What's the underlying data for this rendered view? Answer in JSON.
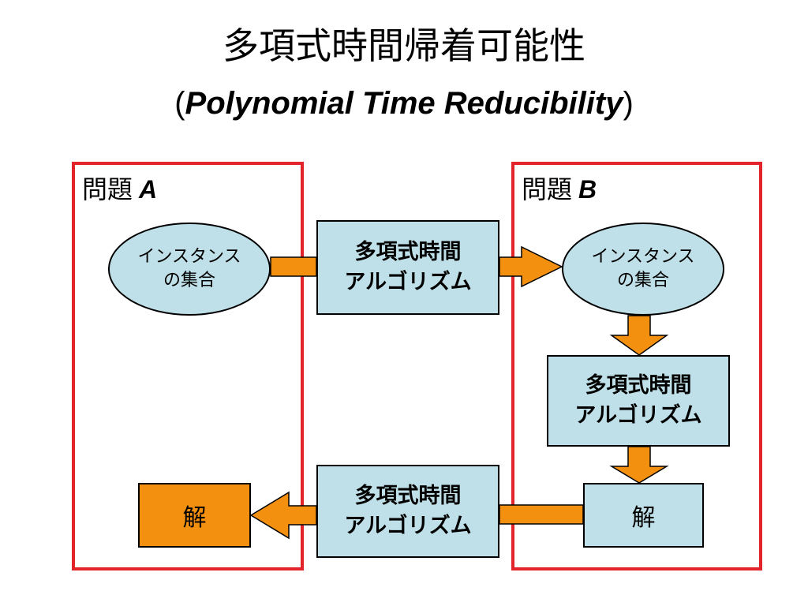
{
  "title": {
    "jp": "多項式時間帰着可能性",
    "en_open": "(",
    "en": "Polynomial Time Reducibility",
    "en_close": ")"
  },
  "panels": {
    "a": {
      "label": "問題",
      "letter": "A"
    },
    "b": {
      "label": "問題",
      "letter": "B"
    }
  },
  "instances": {
    "a": {
      "line1": "インスタンス",
      "line2": "の集合"
    },
    "b": {
      "line1": "インスタンス",
      "line2": "の集合"
    }
  },
  "algorithms": {
    "top": {
      "line1": "多項式時間",
      "line2": "アルゴリズム"
    },
    "middle": {
      "line1": "多項式時間",
      "line2": "アルゴリズム"
    },
    "bottom": {
      "line1": "多項式時間",
      "line2": "アルゴリズム"
    }
  },
  "solutions": {
    "a": "解",
    "b": "解"
  },
  "colors": {
    "panel_border": "#e3232a",
    "box_fill": "#bfe0e8",
    "arrow_fill": "#f4900f",
    "solution_a_fill": "#f4900f"
  }
}
